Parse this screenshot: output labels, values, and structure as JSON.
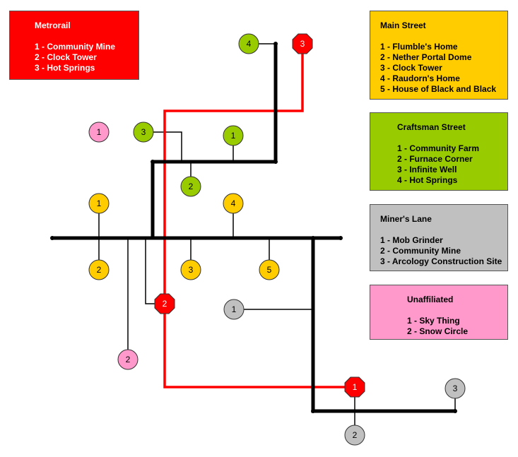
{
  "colors": {
    "metrorail": "#ff0000",
    "main_street": "#ffcc00",
    "craftsman_street": "#99cc00",
    "miners_lane": "#c0c0c0",
    "unaffiliated": "#ff99cc",
    "track": "#000000"
  },
  "legends": {
    "metrorail": {
      "title": "Metrorail",
      "items": [
        "1 - Community Mine",
        "2 - Clock Tower",
        "3 - Hot Springs"
      ]
    },
    "main_street": {
      "title": "Main Street",
      "items": [
        "1 - Flumble's Home",
        "2 - Nether Portal Dome",
        "3 - Clock Tower",
        "4 - Raudorn's Home",
        "5 - House of Black and Black"
      ]
    },
    "craftsman_street": {
      "title": "Craftsman Street",
      "items": [
        "1 - Community Farm",
        "2 - Furnace Corner",
        "3 - Infinite Well",
        "4 - Hot Springs"
      ]
    },
    "miners_lane": {
      "title": "Miner's Lane",
      "items": [
        "1 - Mob Grinder",
        "2 - Community Mine",
        "3 - Arcology Construction Site"
      ]
    },
    "unaffiliated": {
      "title": "Unaffiliated",
      "items": [
        "1 - Sky Thing",
        "2 - Snow Circle"
      ]
    }
  },
  "stations": {
    "metrorail": [
      "1",
      "2",
      "3"
    ],
    "main_street": [
      "1",
      "2",
      "3",
      "4",
      "5"
    ],
    "craftsman_street": [
      "1",
      "2",
      "3",
      "4"
    ],
    "miners_lane": [
      "1",
      "2",
      "3"
    ],
    "unaffiliated": [
      "1",
      "2"
    ]
  }
}
